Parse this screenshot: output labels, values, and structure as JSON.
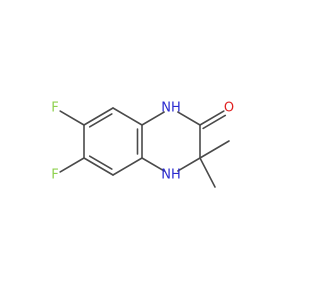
{
  "molecule": {
    "colors": {
      "bond": "#4a4a4a",
      "F": "#8fd14f",
      "N": "#2a2acf",
      "O": "#e02020"
    },
    "atoms": [
      {
        "id": "a1",
        "element": "C"
      },
      {
        "id": "a2",
        "element": "C"
      },
      {
        "id": "a3",
        "element": "C"
      },
      {
        "id": "a4",
        "element": "C"
      },
      {
        "id": "a5",
        "element": "C"
      },
      {
        "id": "a6",
        "element": "C"
      },
      {
        "id": "n1",
        "element": "N",
        "label": "NH"
      },
      {
        "id": "n2",
        "element": "N",
        "label": "NH"
      },
      {
        "id": "c2",
        "element": "C"
      },
      {
        "id": "c3",
        "element": "C"
      },
      {
        "id": "o1",
        "element": "O",
        "label": "O"
      },
      {
        "id": "f1",
        "element": "F",
        "label": "F"
      },
      {
        "id": "f2",
        "element": "F",
        "label": "F"
      },
      {
        "id": "m1",
        "element": "C"
      },
      {
        "id": "m2",
        "element": "C"
      }
    ],
    "bonds": [
      {
        "a": "a1",
        "b": "a2",
        "order": 1
      },
      {
        "a": "a2",
        "b": "a3",
        "order": 2
      },
      {
        "a": "a3",
        "b": "a4",
        "order": 1
      },
      {
        "a": "a4",
        "b": "a5",
        "order": 2
      },
      {
        "a": "a5",
        "b": "a6",
        "order": 1
      },
      {
        "a": "a6",
        "b": "a1",
        "order": 2
      },
      {
        "a": "a1",
        "b": "n1",
        "order": 1
      },
      {
        "a": "n1",
        "b": "c2",
        "order": 1
      },
      {
        "a": "c2",
        "b": "o1",
        "order": 2
      },
      {
        "a": "c2",
        "b": "c3",
        "order": 1
      },
      {
        "a": "c3",
        "b": "n2",
        "order": 1
      },
      {
        "a": "n2",
        "b": "a6",
        "order": 1
      },
      {
        "a": "a3",
        "b": "f1",
        "order": 1
      },
      {
        "a": "a4",
        "b": "f2",
        "order": 1
      },
      {
        "a": "c3",
        "b": "m1",
        "order": 1
      },
      {
        "a": "c3",
        "b": "m2",
        "order": 1
      }
    ]
  }
}
